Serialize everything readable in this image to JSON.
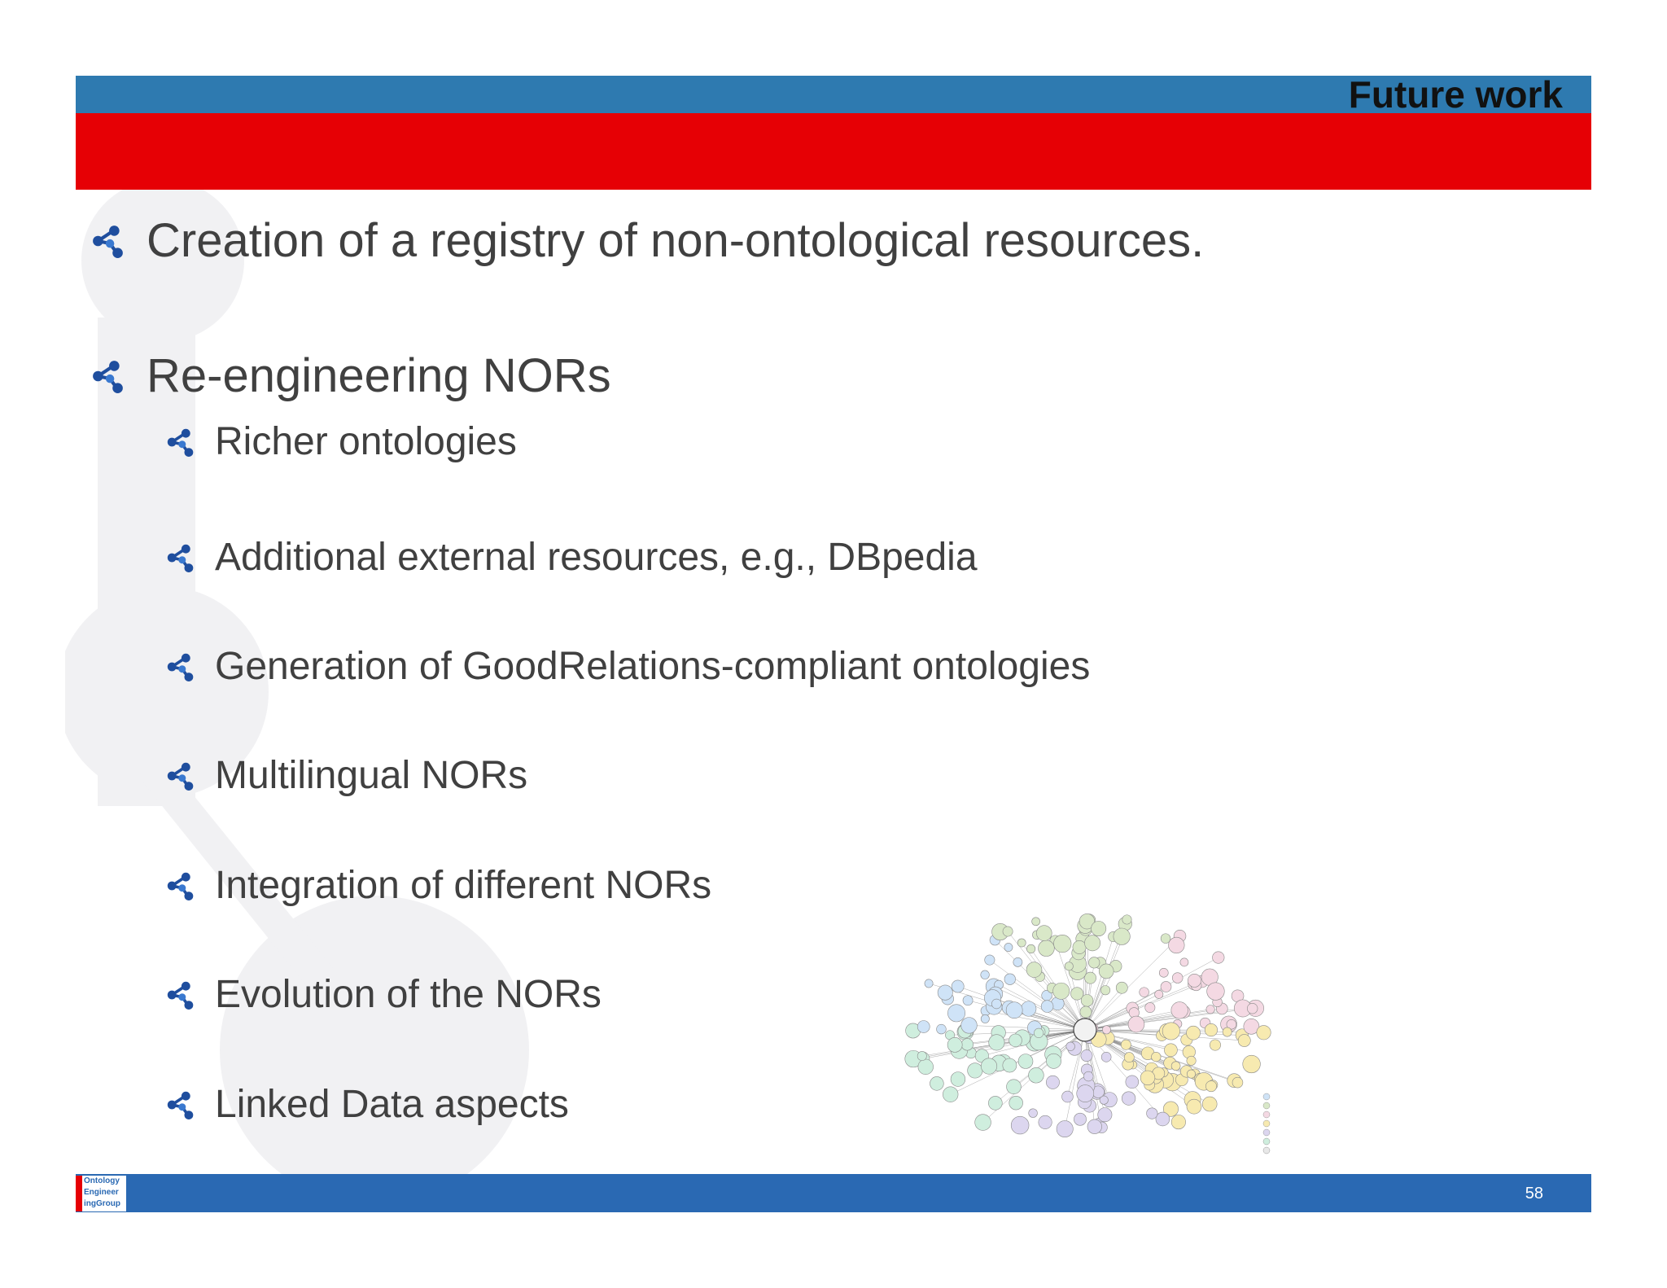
{
  "slide": {
    "title": "Future work",
    "page_number": "58",
    "logo_text": "Ontology\nEngineer\ningGroup"
  },
  "bullets": [
    {
      "text": "Creation of a registry of non-ontological resources.",
      "level": 1
    },
    {
      "text": "Re-engineering NORs",
      "level": 1
    },
    {
      "text": "Richer ontologies",
      "level": 2
    },
    {
      "text": "Additional external resources, e.g., DBpedia",
      "level": 2
    },
    {
      "text": "Generation of GoodRelations-compliant ontologies",
      "level": 2
    },
    {
      "text": "Multilingual NORs",
      "level": 2
    },
    {
      "text": "Integration of different NORs",
      "level": 2
    },
    {
      "text": "Evolution of the NORs",
      "level": 2
    },
    {
      "text": "Linked Data aspects",
      "level": 2
    }
  ],
  "colors": {
    "header_blue": "#2e7ab0",
    "header_red": "#e60005",
    "footer_blue": "#2a69b3",
    "bullet_icon": "#1f4e9e",
    "body_text": "#404040"
  },
  "icons": {
    "bullet": "network-node-icon"
  }
}
